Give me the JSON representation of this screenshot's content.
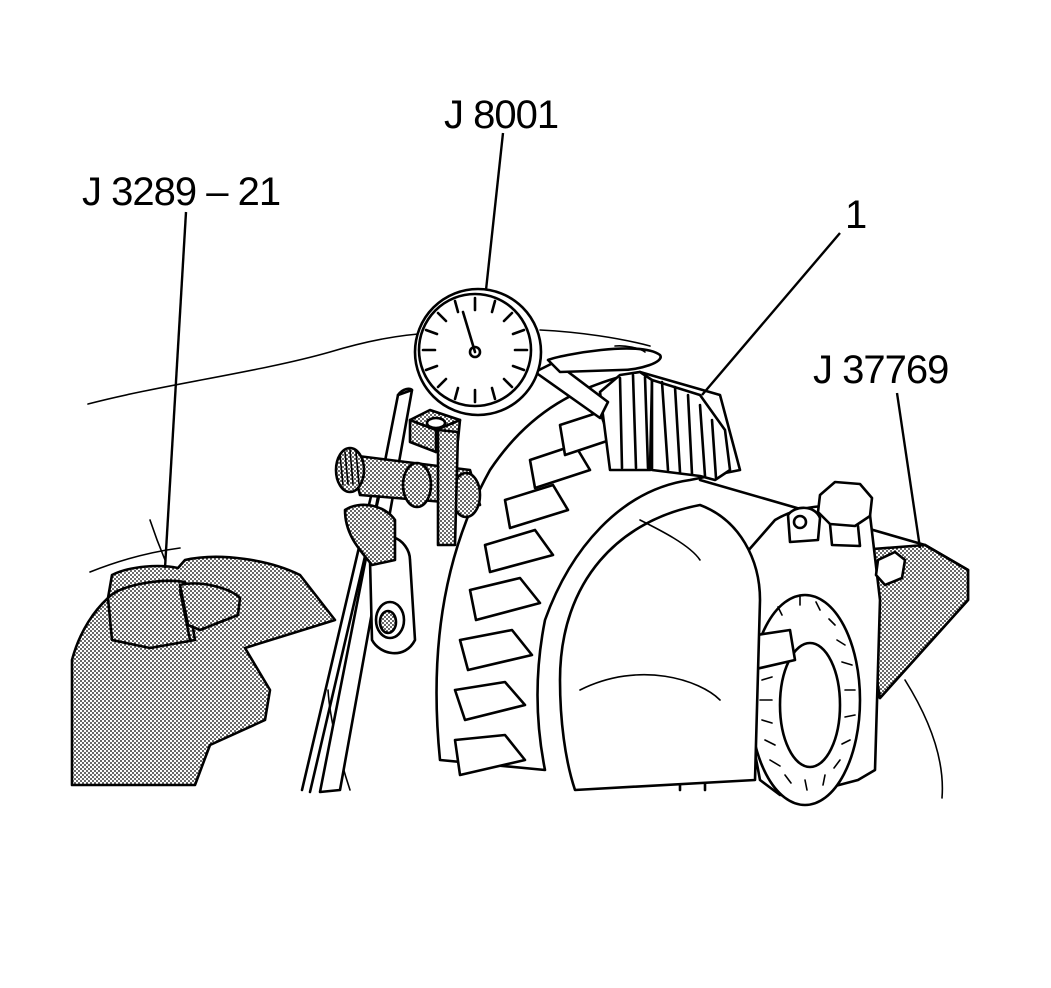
{
  "callouts": {
    "indicator_tool": "J 8001",
    "holding_tool": "J 3289 – 21",
    "ring_gear": "1",
    "fixture_tool": "J 37769"
  },
  "colors": {
    "ink": "#000000",
    "paper": "#ffffff",
    "stipple": "#000000"
  }
}
